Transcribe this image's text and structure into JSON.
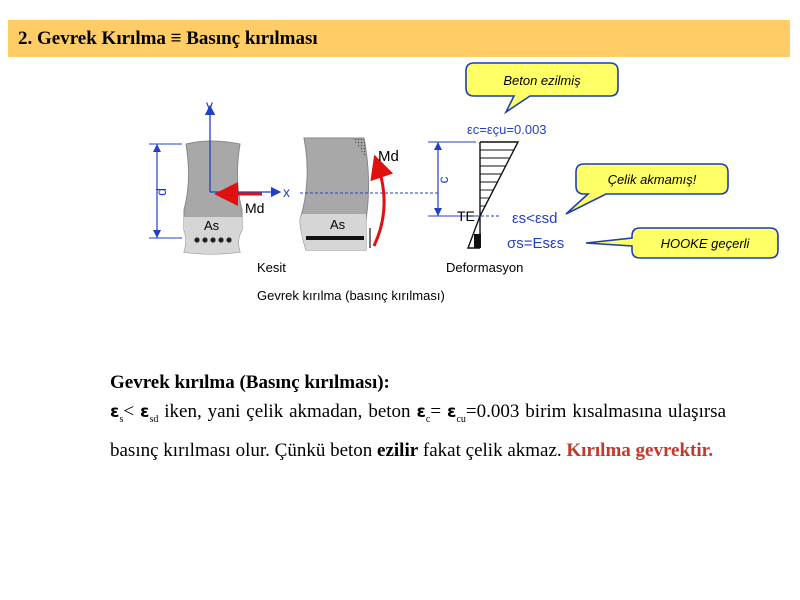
{
  "slide": {
    "title": "2. Gevrek Kırılma ≡ Basınç kırılması"
  },
  "figure": {
    "axis_y": "y",
    "axis_x": "x",
    "label_d": "d",
    "label_c": "c",
    "moment_left": "Md",
    "moment_right": "Md",
    "steel_area_left": "As",
    "steel_area_right": "As",
    "label_section": "Kesit",
    "label_deformation": "Deformasyon",
    "neutral_axis": "TE",
    "caption": "Gevrek kırılma (basınç kırılması)",
    "strain_concrete": "εc=εçu=0.003",
    "strain_steel": "εs<εsd",
    "stress_steel": "σs=Esεs",
    "callout_concrete": "Beton ezilmiş",
    "callout_steel": "Çelik akmamış!",
    "callout_hooke": "HOOKE geçerli"
  },
  "body": {
    "heading": "Gevrek kırılma (Basınç kırılması):",
    "sym_eps": "ε",
    "sub_s": "s",
    "sub_sd": "sd",
    "sub_c": "c",
    "sub_cu": "cu",
    "t_lt": "<",
    "t_eq": "=",
    "t1": "iken, yani çelik akmadan, beton",
    "t2": "=0.003 birim kısalmasına ulaşırsa basınç kırılması olur. Çünkü beton",
    "bold_word": "ezilir",
    "t3": "fakat çelik akmaz.",
    "conclusion": "Kırılma gevrektir."
  },
  "colors": {
    "title_bar": "#ffcc66",
    "callout_fill": "#ffff66",
    "callout_border": "#1f3faa",
    "arrow_red": "#e01010",
    "strain_blue": "#2340c0",
    "conclusion_red": "#c0392b"
  }
}
